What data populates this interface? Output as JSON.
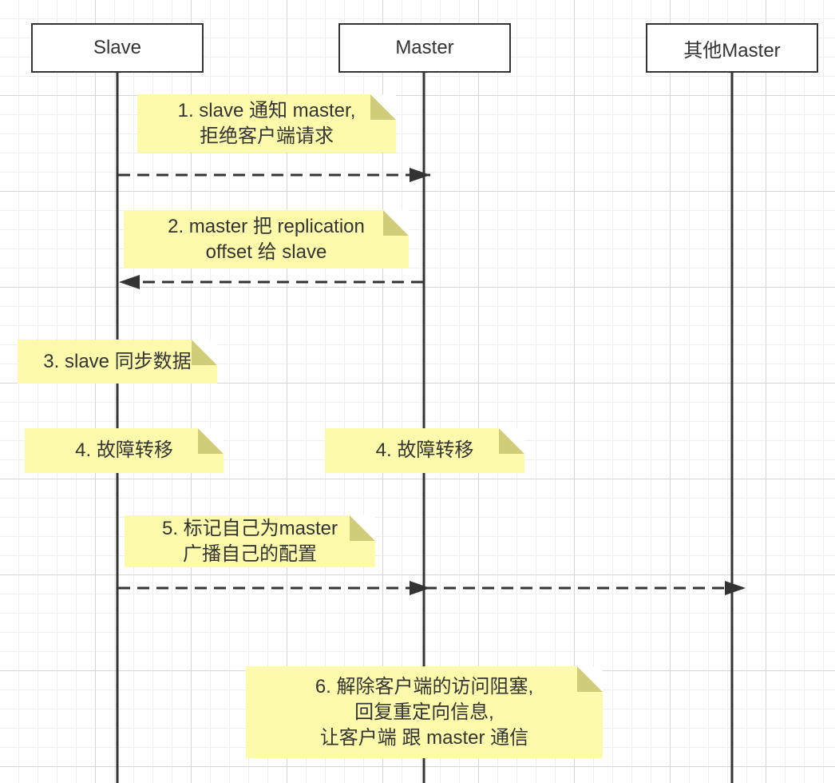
{
  "actors": [
    {
      "label": "Slave"
    },
    {
      "label": "Master"
    },
    {
      "label": "其他Master"
    }
  ],
  "notes": [
    {
      "text": "1. slave 通知 master,\n拒绝客户端请求"
    },
    {
      "text": "2. master 把 replication\noffset 给 slave"
    },
    {
      "text": "3. slave 同步数据"
    },
    {
      "text": "4. 故障转移"
    },
    {
      "text": "4. 故障转移"
    },
    {
      "text": "5. 标记自己为master\n广播自己的配置"
    },
    {
      "text": "6.  解除客户端的访问阻塞,\n回复重定向信息,\n让客户端 跟 master 通信"
    }
  ],
  "messages": [
    {
      "from": "Slave",
      "to": "Master",
      "style": "dashed"
    },
    {
      "from": "Master",
      "to": "Slave",
      "style": "dashed"
    },
    {
      "from": "Slave",
      "to": "Master",
      "style": "dashed"
    },
    {
      "from": "Master",
      "to": "其他Master",
      "style": "dashed"
    }
  ],
  "colors": {
    "note_fill": "#fdfbab",
    "note_fold": "#cfcc7a",
    "line": "#333333",
    "grid_major": "#d6d6d6",
    "grid_minor": "#eeeeee"
  }
}
